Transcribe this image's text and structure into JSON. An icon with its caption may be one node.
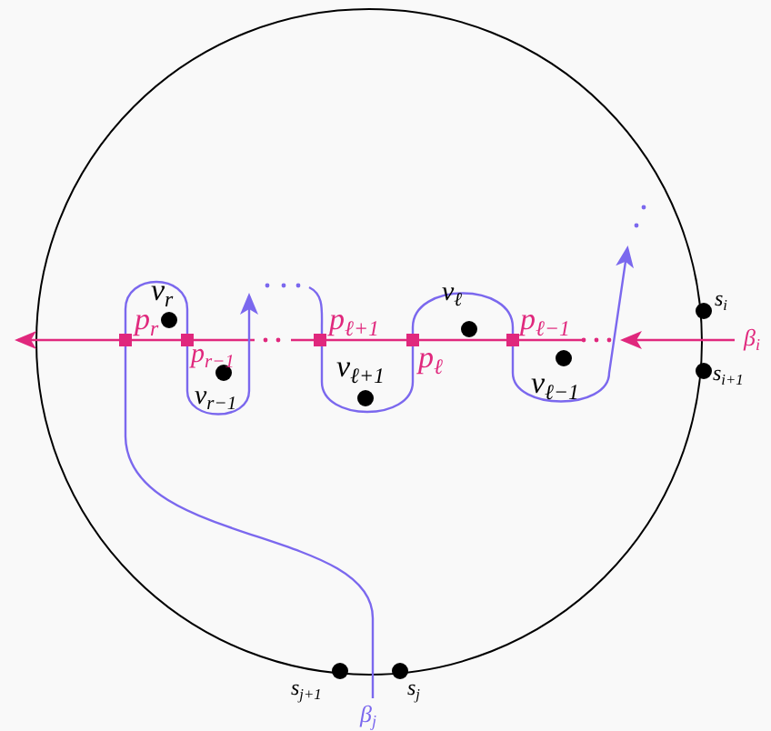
{
  "diagram": {
    "labels": [
      "s$_{i}$",
      "v$_{r}$",
      "v$_{ℓ}$",
      "p$_{r}$",
      "p$_{r−1}$",
      "p$_{ℓ+1}$",
      "p$_{ℓ}$",
      "p$_{ℓ−1}$",
      "β$_{i}$",
      "s$_{i+1}$",
      "v$_{ℓ+1}$",
      "v$_{r−1}$",
      "v$_{ℓ−1}$",
      "s$_{j+1}$",
      "s$_{j}$",
      "β$_{j}$"
    ]
  }
}
